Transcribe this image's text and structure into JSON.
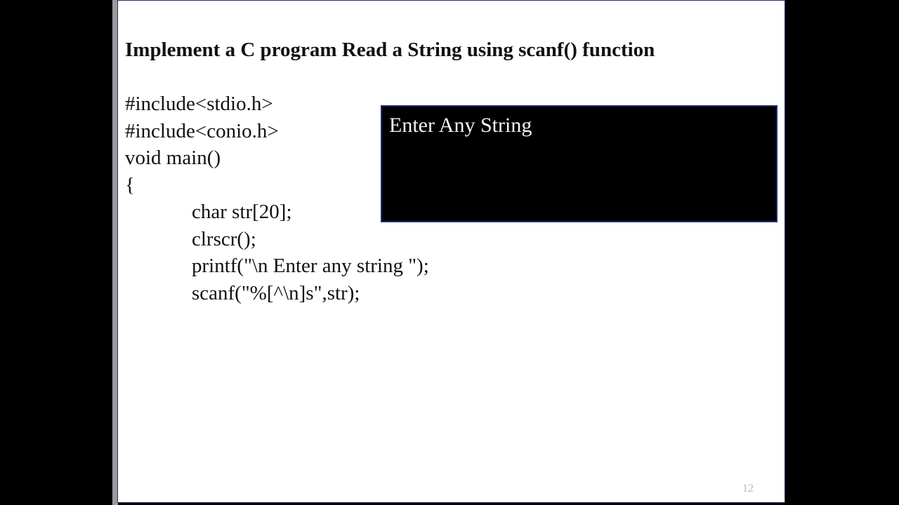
{
  "slide": {
    "title": "Implement a C program Read a String using scanf() function",
    "code_lines": [
      {
        "text": "#include<stdio.h>",
        "indent": false
      },
      {
        "text": "#include<conio.h>",
        "indent": false
      },
      {
        "text": "void main()",
        "indent": false
      },
      {
        "text": "{",
        "indent": false
      },
      {
        "text": "char str[20];",
        "indent": true
      },
      {
        "text": "clrscr();",
        "indent": true
      },
      {
        "text": "printf(\"\\n Enter any string \");",
        "indent": true
      },
      {
        "text": "scanf(\"%[^\\n]s\",str);",
        "indent": true
      }
    ],
    "console_output": "Enter Any String",
    "page_number": "12"
  },
  "colors": {
    "background": "#000000",
    "slide": "#ffffff",
    "border": "#1f2f6e",
    "console_bg": "#000000",
    "console_text": "#f4f4f4"
  }
}
